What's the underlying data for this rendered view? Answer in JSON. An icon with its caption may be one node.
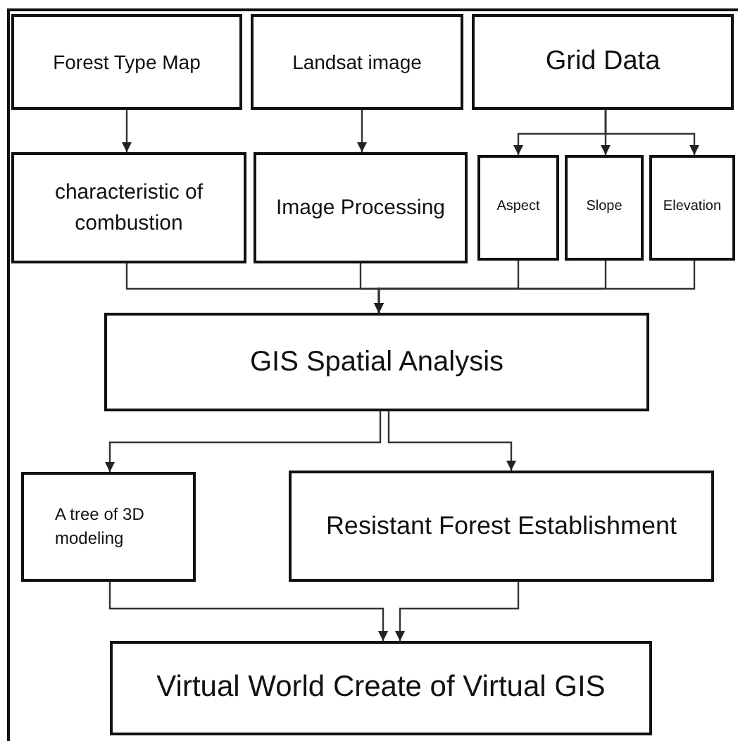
{
  "diagram": {
    "nodes": [
      {
        "text": [
          "Forest Type Map"
        ]
      },
      {
        "text": [
          "Landsat image"
        ]
      },
      {
        "text": [
          "Grid Data"
        ]
      },
      {
        "text": [
          "characteristic of combustion"
        ]
      },
      {
        "text": [
          "Image Processing"
        ]
      },
      {
        "text": [
          "Aspect"
        ]
      },
      {
        "text": [
          "Slope"
        ]
      },
      {
        "text": [
          "Elevation"
        ]
      },
      {
        "text": [
          "GIS Spatial Analysis"
        ]
      },
      {
        "text": [
          "A tree of 3D modeling"
        ]
      },
      {
        "text": [
          "Resistant Forest Establishment"
        ]
      },
      {
        "text": [
          "Virtual World Create of Virtual GIS"
        ]
      }
    ],
    "edges": [
      {
        "from": 0,
        "to": 3,
        "arrow": "to"
      },
      {
        "from": 1,
        "to": 4,
        "arrow": "to"
      },
      {
        "from": 2,
        "to": 5,
        "arrow": "to"
      },
      {
        "from": 2,
        "to": 6,
        "arrow": "to"
      },
      {
        "from": 2,
        "to": 7,
        "arrow": "to"
      },
      {
        "from": 3,
        "to": 8,
        "arrow": "to"
      },
      {
        "from": 4,
        "to": 8,
        "arrow": "to"
      },
      {
        "from": 5,
        "to": 8,
        "arrow": "to"
      },
      {
        "from": 6,
        "to": 8,
        "arrow": "to"
      },
      {
        "from": 7,
        "to": 8,
        "arrow": "to"
      },
      {
        "from": 8,
        "to": 9,
        "arrow": "to"
      },
      {
        "from": 8,
        "to": 10,
        "arrow": "to"
      },
      {
        "from": 9,
        "to": 11,
        "arrow": "to"
      },
      {
        "from": 10,
        "to": 11,
        "arrow": "to"
      }
    ]
  }
}
